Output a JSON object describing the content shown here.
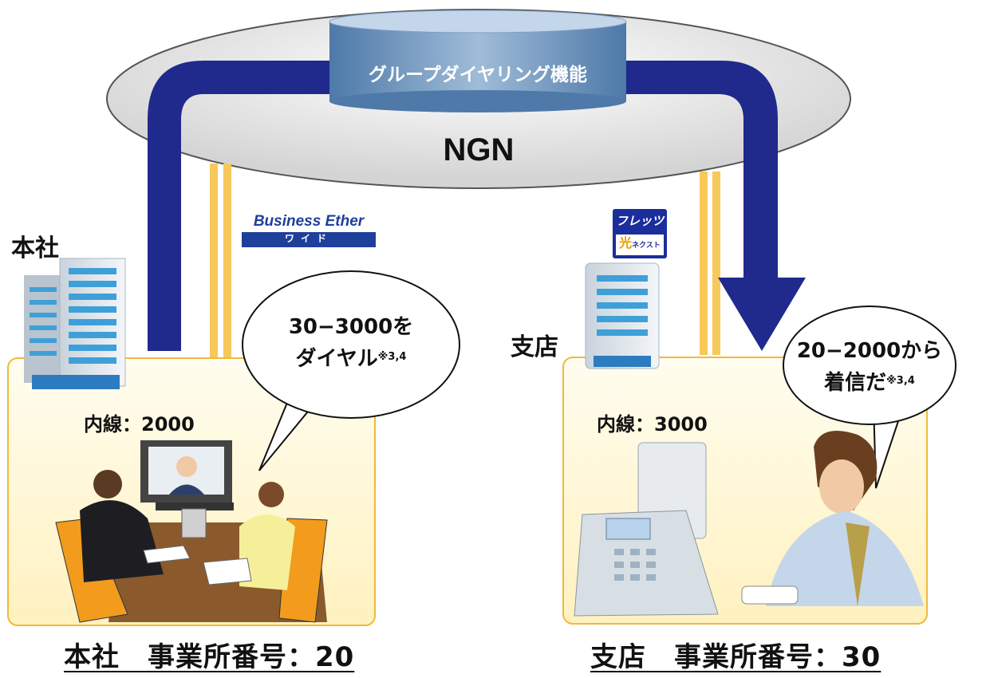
{
  "network": {
    "cloud_label": "NGN",
    "function_label": "グループダイヤリング機能"
  },
  "access_services": {
    "left": {
      "line1": "Business Ether",
      "line2": "ワイド"
    },
    "right": {
      "line1": "フレッツ",
      "line2": "光",
      "line3": "ネクスト"
    }
  },
  "head_office": {
    "site_label": "本社",
    "extension_label": "内線：2000",
    "bubble_line1": "30−3000を",
    "bubble_line2": "ダイヤル",
    "bubble_note": "※3,4",
    "footer_label": "本社　事業所番号：20"
  },
  "branch": {
    "site_label": "支店",
    "extension_label": "内線：3000",
    "bubble_line1": "20−2000から",
    "bubble_line2": "着信だ",
    "bubble_note": "※3,4",
    "footer_label": "支店　事業所番号：30"
  },
  "colors": {
    "arrow": "#1f2a8c",
    "room_fill": "#fff6cf",
    "room_border": "#f0b93a",
    "cloud": "#e4e4e4",
    "cylinder": "#6a8fb8"
  }
}
